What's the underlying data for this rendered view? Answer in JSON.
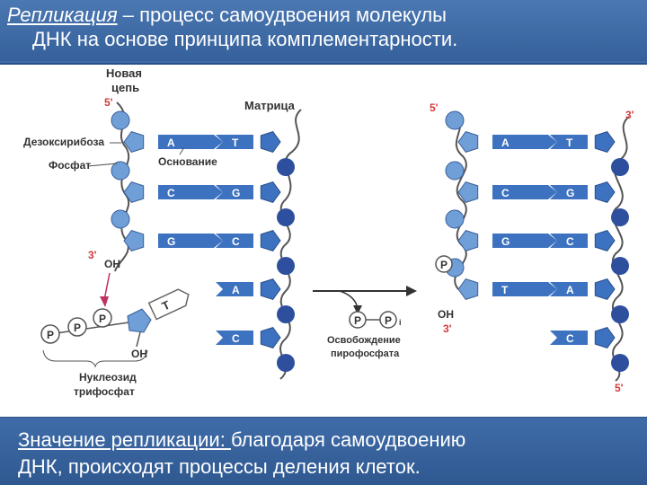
{
  "title": {
    "emphasis": "Репликация",
    "rest": " – процесс самоудвоения молекулы",
    "line2": "ДНК на основе принципа комплементарности."
  },
  "diagram": {
    "new_chain_label_1": "Новая",
    "new_chain_label_2": "цепь",
    "template_label": "Матрица",
    "deoxyribose_label": "Дезоксирибоза",
    "phosphate_label": "Фосфат",
    "base_label": "Основание",
    "end5": "5'",
    "end3": "3'",
    "oh": "OH",
    "nucleoside_label_1": "Нуклеозид",
    "nucleoside_label_2": "трифосфат",
    "release_label_1": "Освобождение",
    "release_label_2": "пирофосфата",
    "p": "P",
    "pi_sub": "i",
    "left_pairs": [
      {
        "left": "A",
        "right": "T"
      },
      {
        "left": "C",
        "right": "G"
      },
      {
        "left": "G",
        "right": "C"
      },
      {
        "left": "",
        "right": "A"
      },
      {
        "left": "",
        "right": "C"
      }
    ],
    "right_pairs": [
      {
        "left": "A",
        "right": "T"
      },
      {
        "left": "C",
        "right": "G"
      },
      {
        "left": "G",
        "right": "C"
      },
      {
        "left": "T",
        "right": "A"
      },
      {
        "left": "",
        "right": "C"
      }
    ],
    "incoming_base": "T",
    "colors": {
      "sugar": "#6f9fd6",
      "phosphate": "#2d4f9e",
      "base": "#3d72c0",
      "accent_red": "#d23a3a"
    }
  },
  "bottom": {
    "lead": "Значение репликации: ",
    "rest": "благодаря самоудвоению",
    "line2": "ДНК,  происходят процессы деления клеток."
  }
}
